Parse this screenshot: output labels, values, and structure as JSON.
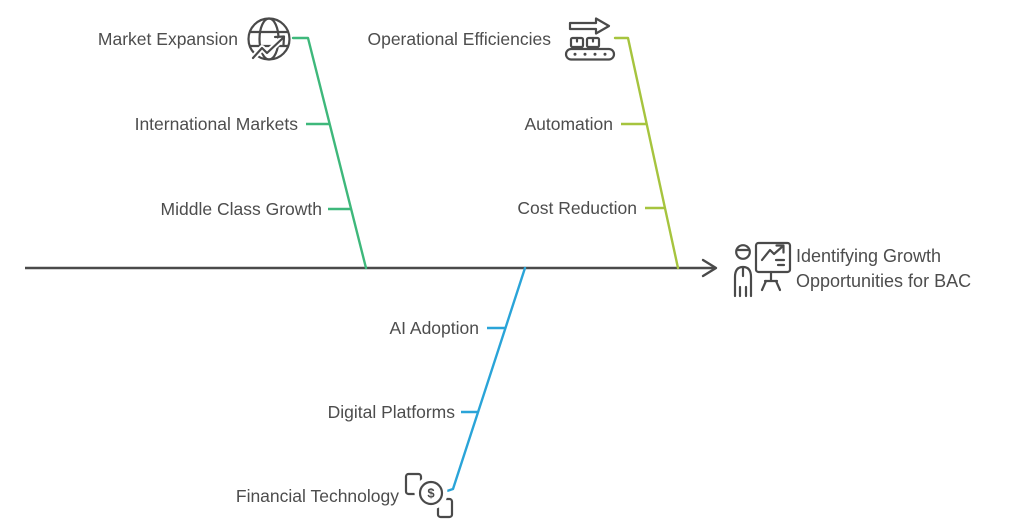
{
  "diagram": {
    "type": "fishbone",
    "head": {
      "icon": "presenter-chart-board-icon",
      "title_line1": "Identifying Growth",
      "title_line2": "Opportunities for BAC"
    },
    "spine_color": "#4a4a4a",
    "label_color": "#4d4d4d",
    "branches": [
      {
        "label": "Market Expansion",
        "icon": "globe-trend-icon",
        "color": "#3eb87b",
        "position": "top-left",
        "causes": [
          "International Markets",
          "Middle Class Growth"
        ]
      },
      {
        "label": "Operational Efficiencies",
        "icon": "conveyor-belt-arrow-icon",
        "color": "#a6c43e",
        "position": "top-right",
        "causes": [
          "Automation",
          "Cost Reduction"
        ]
      },
      {
        "label": "Financial Technology",
        "icon": "mobile-payment-icon",
        "color": "#2aa4d8",
        "position": "bottom",
        "causes": [
          "AI Adoption",
          "Digital Platforms"
        ]
      }
    ],
    "glyphs": {
      "dollar": "$"
    }
  }
}
